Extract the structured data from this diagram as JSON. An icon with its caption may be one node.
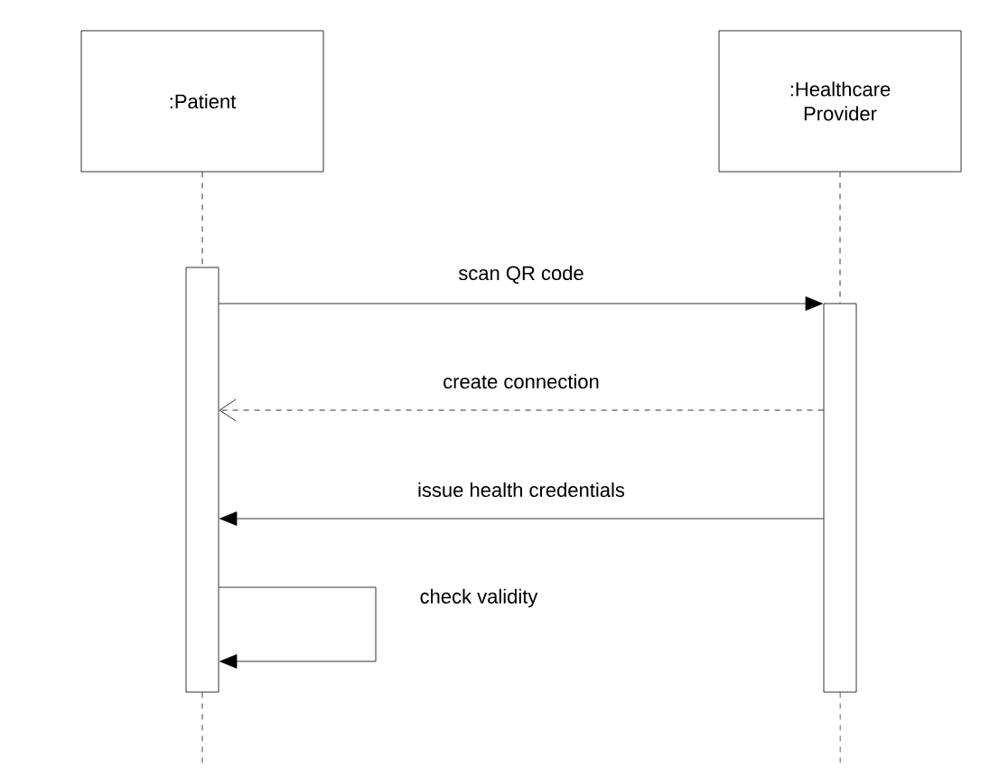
{
  "diagram": {
    "nodes": [
      {
        "text": [
          ":Patient"
        ]
      },
      {
        "text": [
          ":Healthcare Provider"
        ]
      },
      {
        "text": [],
        "shape": "bar"
      },
      {
        "text": [],
        "shape": "bar"
      }
    ],
    "edges": [
      {
        "from": 0,
        "to": 2,
        "arrow": "none",
        "style": "dashed"
      },
      {
        "from": 2,
        "to": null,
        "arrow": "none",
        "style": "dashed"
      },
      {
        "from": 1,
        "to": 3,
        "arrow": "none",
        "style": "dashed"
      },
      {
        "from": 3,
        "to": null,
        "arrow": "none",
        "style": "dashed"
      },
      {
        "from": 2,
        "to": 3,
        "arrow": "to",
        "label": "scan QR code"
      },
      {
        "from": 3,
        "to": 2,
        "arrow": "to",
        "label": "create connection",
        "style": "dashed"
      },
      {
        "from": 3,
        "to": 2,
        "arrow": "to",
        "label": "issue health credentials"
      },
      {
        "from": 2,
        "to": 2,
        "arrow": "to",
        "label": "check validity"
      }
    ]
  }
}
